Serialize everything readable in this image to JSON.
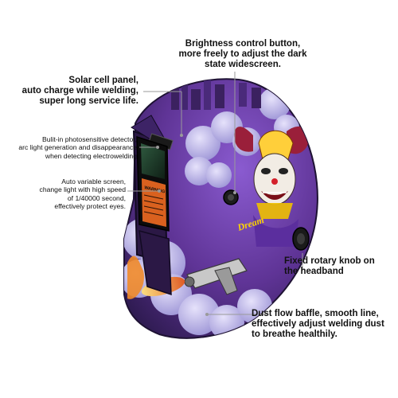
{
  "callouts": {
    "brightness": "Brightness control button,\nmore freely to adjust the dark\nstate widescreen.",
    "solar": "Solar cell panel,\nauto charge while welding,\nsuper long service life.",
    "detector": "Bulit-in photosensitive detector,\narc light generation and disappearance\nwhen detecting electrowelding",
    "screen": "Auto variable screen,\nchange light with high speed\nof 1/40000 second,\neffectively protect eyes.",
    "knob": "Fixed rotary knob on\nthe headband",
    "baffle": "Dust flow baffle, smooth line,\neffectively adjust welding dust\nto breathe healthily."
  },
  "helmet": {
    "screen_warning_label": "WARNING",
    "graffiti_text": "Dream"
  },
  "colors": {
    "leader_line": "#9a9a9a",
    "shell_purple": "#6a3aa8",
    "cloud_lavender": "#b8b2e6",
    "lens_green": "#1f3b2a",
    "warning_orange": "#d9611f",
    "text": "#111111"
  }
}
